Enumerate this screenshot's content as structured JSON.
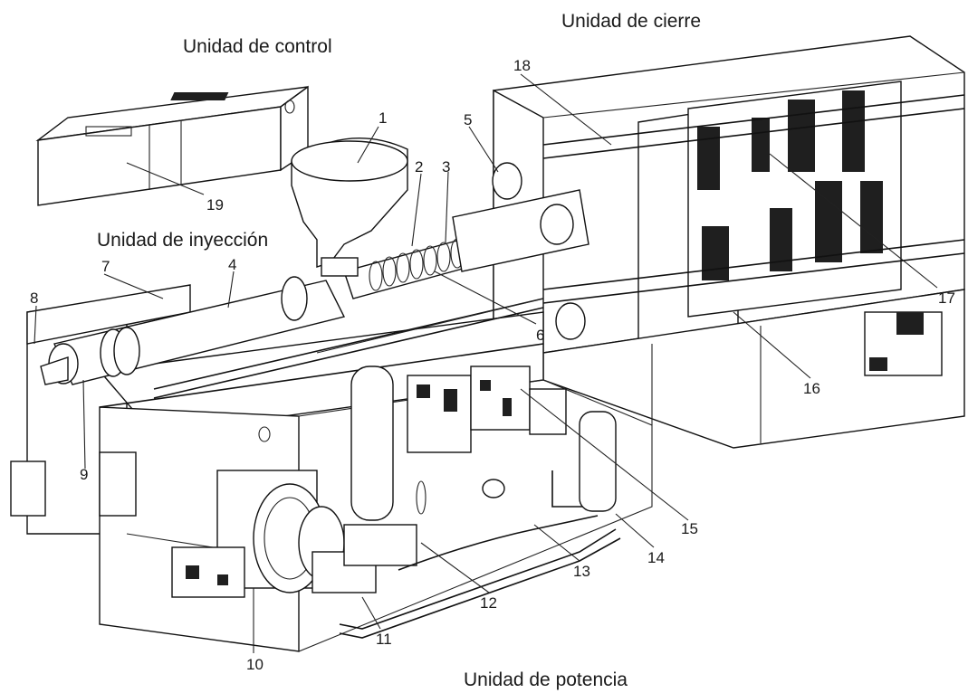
{
  "unit_labels": {
    "control": "Unidad de control",
    "cierre": "Unidad de cierre",
    "inyeccion": "Unidad de inyección",
    "potencia": "Unidad de potencia"
  },
  "callouts": [
    "1",
    "2",
    "3",
    "4",
    "5",
    "6",
    "7",
    "8",
    "9",
    "10",
    "11",
    "12",
    "13",
    "14",
    "15",
    "16",
    "17",
    "18",
    "19"
  ]
}
